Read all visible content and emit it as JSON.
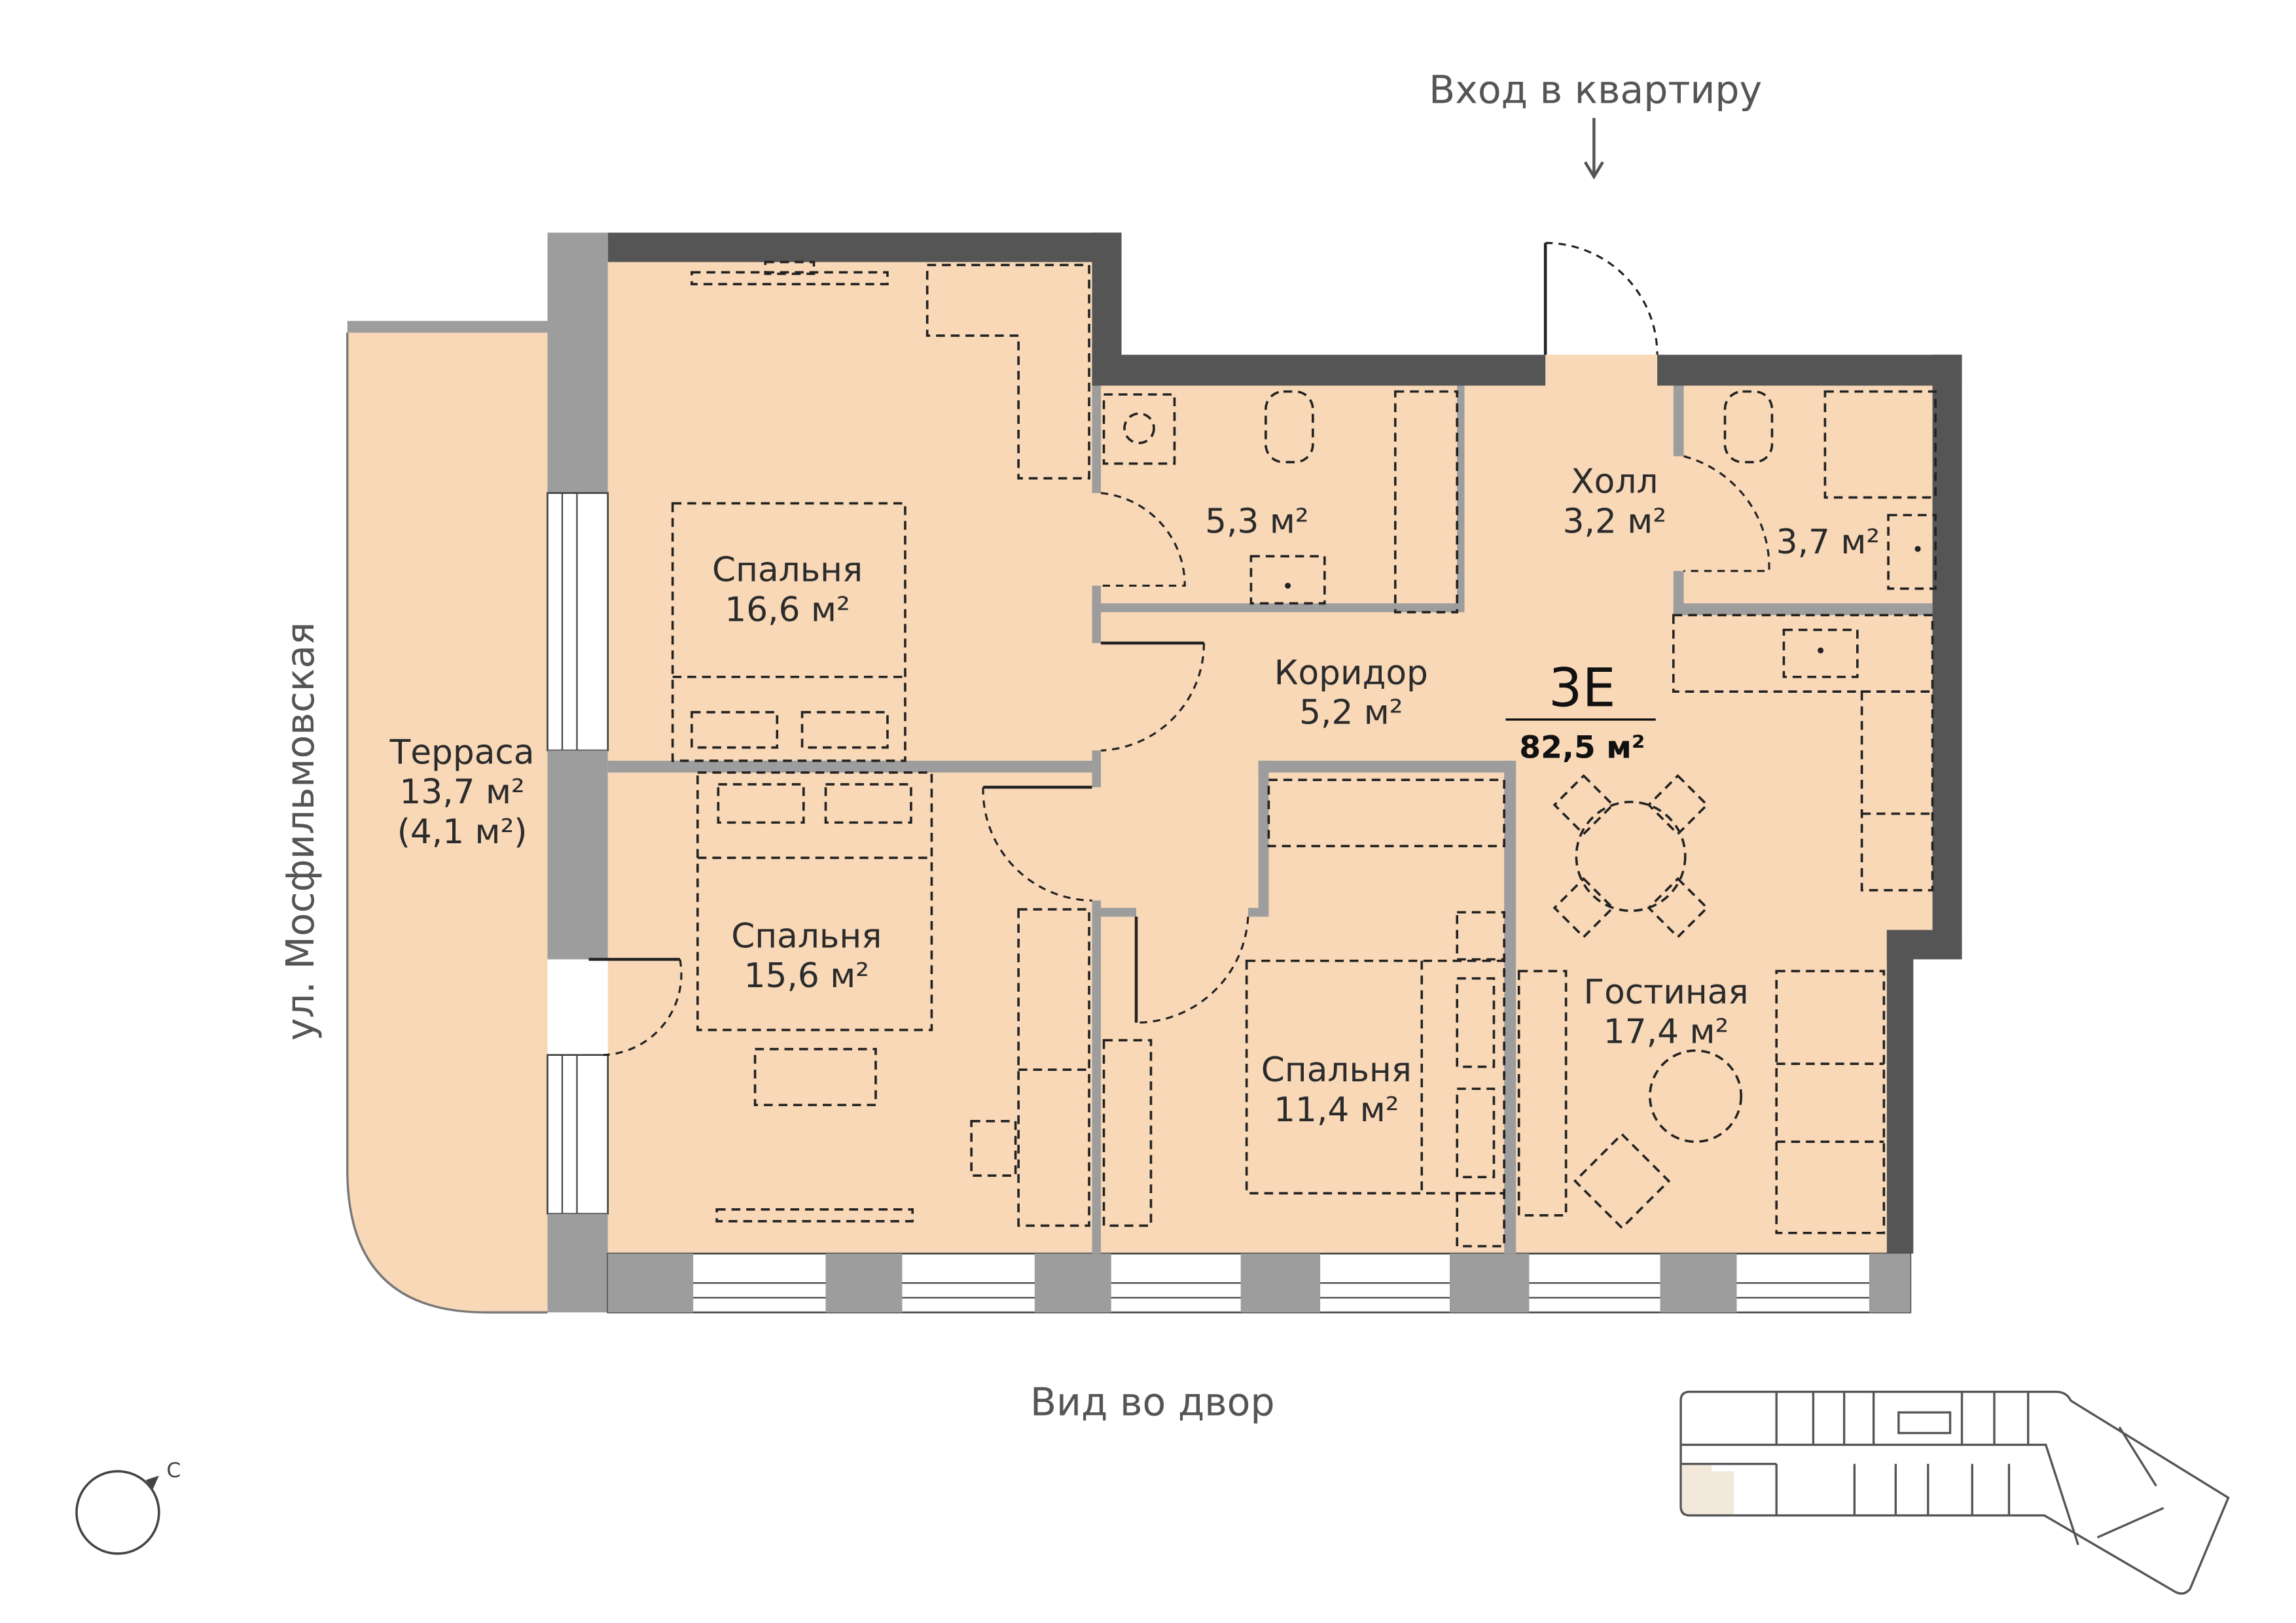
{
  "entrance_label": "Вход в квартиру",
  "street_label": "ул. Мосфильмовская",
  "view_label": "Вид во двор",
  "compass_label": "С",
  "apartment": {
    "type": "3Е",
    "total_area": "82,5 м²"
  },
  "rooms": [
    {
      "name": "Спальня",
      "area": "16,6 м²"
    },
    {
      "name": "Спальня",
      "area": "15,6 м²"
    },
    {
      "name": "Спальня",
      "area": "11,4 м²"
    },
    {
      "name": "Коридор",
      "area": "5,2 м²"
    },
    {
      "name": "Холл",
      "area": "3,2 м²"
    },
    {
      "name": "",
      "area": "5,3 м²"
    },
    {
      "name": "",
      "area": "3,7 м²"
    },
    {
      "name": "Гостиная",
      "area": "17,4 м²"
    },
    {
      "name": "Терраса",
      "area": "13,7 м²",
      "note": "(4,1 м²)"
    }
  ],
  "colors": {
    "floor": "#f8d8b7",
    "outer_wall": "#555555",
    "inner_wall": "#9d9d9d",
    "highlight": "#f2e9dc"
  }
}
